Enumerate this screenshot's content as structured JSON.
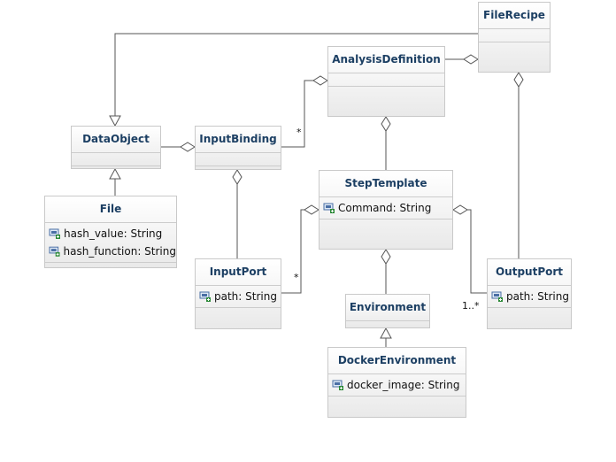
{
  "classes": {
    "file_recipe": {
      "name": "FileRecipe",
      "attributes": []
    },
    "analysis_definition": {
      "name": "AnalysisDefinition",
      "attributes": []
    },
    "data_object": {
      "name": "DataObject",
      "attributes": []
    },
    "input_binding": {
      "name": "InputBinding",
      "attributes": []
    },
    "file": {
      "name": "File",
      "attributes": [
        "hash_value: String",
        "hash_function: String"
      ]
    },
    "step_template": {
      "name": "StepTemplate",
      "attributes": [
        "Command: String"
      ]
    },
    "input_port": {
      "name": "InputPort",
      "attributes": [
        "path: String"
      ]
    },
    "output_port": {
      "name": "OutputPort",
      "attributes": [
        "path: String"
      ]
    },
    "environment": {
      "name": "Environment",
      "attributes": []
    },
    "docker_environment": {
      "name": "DockerEnvironment",
      "attributes": [
        "docker_image: String"
      ]
    }
  },
  "multiplicities": {
    "input_binding_analysis": "*",
    "input_port_step": "*",
    "output_port_step": "1..*"
  },
  "icons": {
    "attribute": "public-attribute-icon"
  },
  "colors": {
    "class_name": "#1c3f63",
    "line": "#555555"
  }
}
